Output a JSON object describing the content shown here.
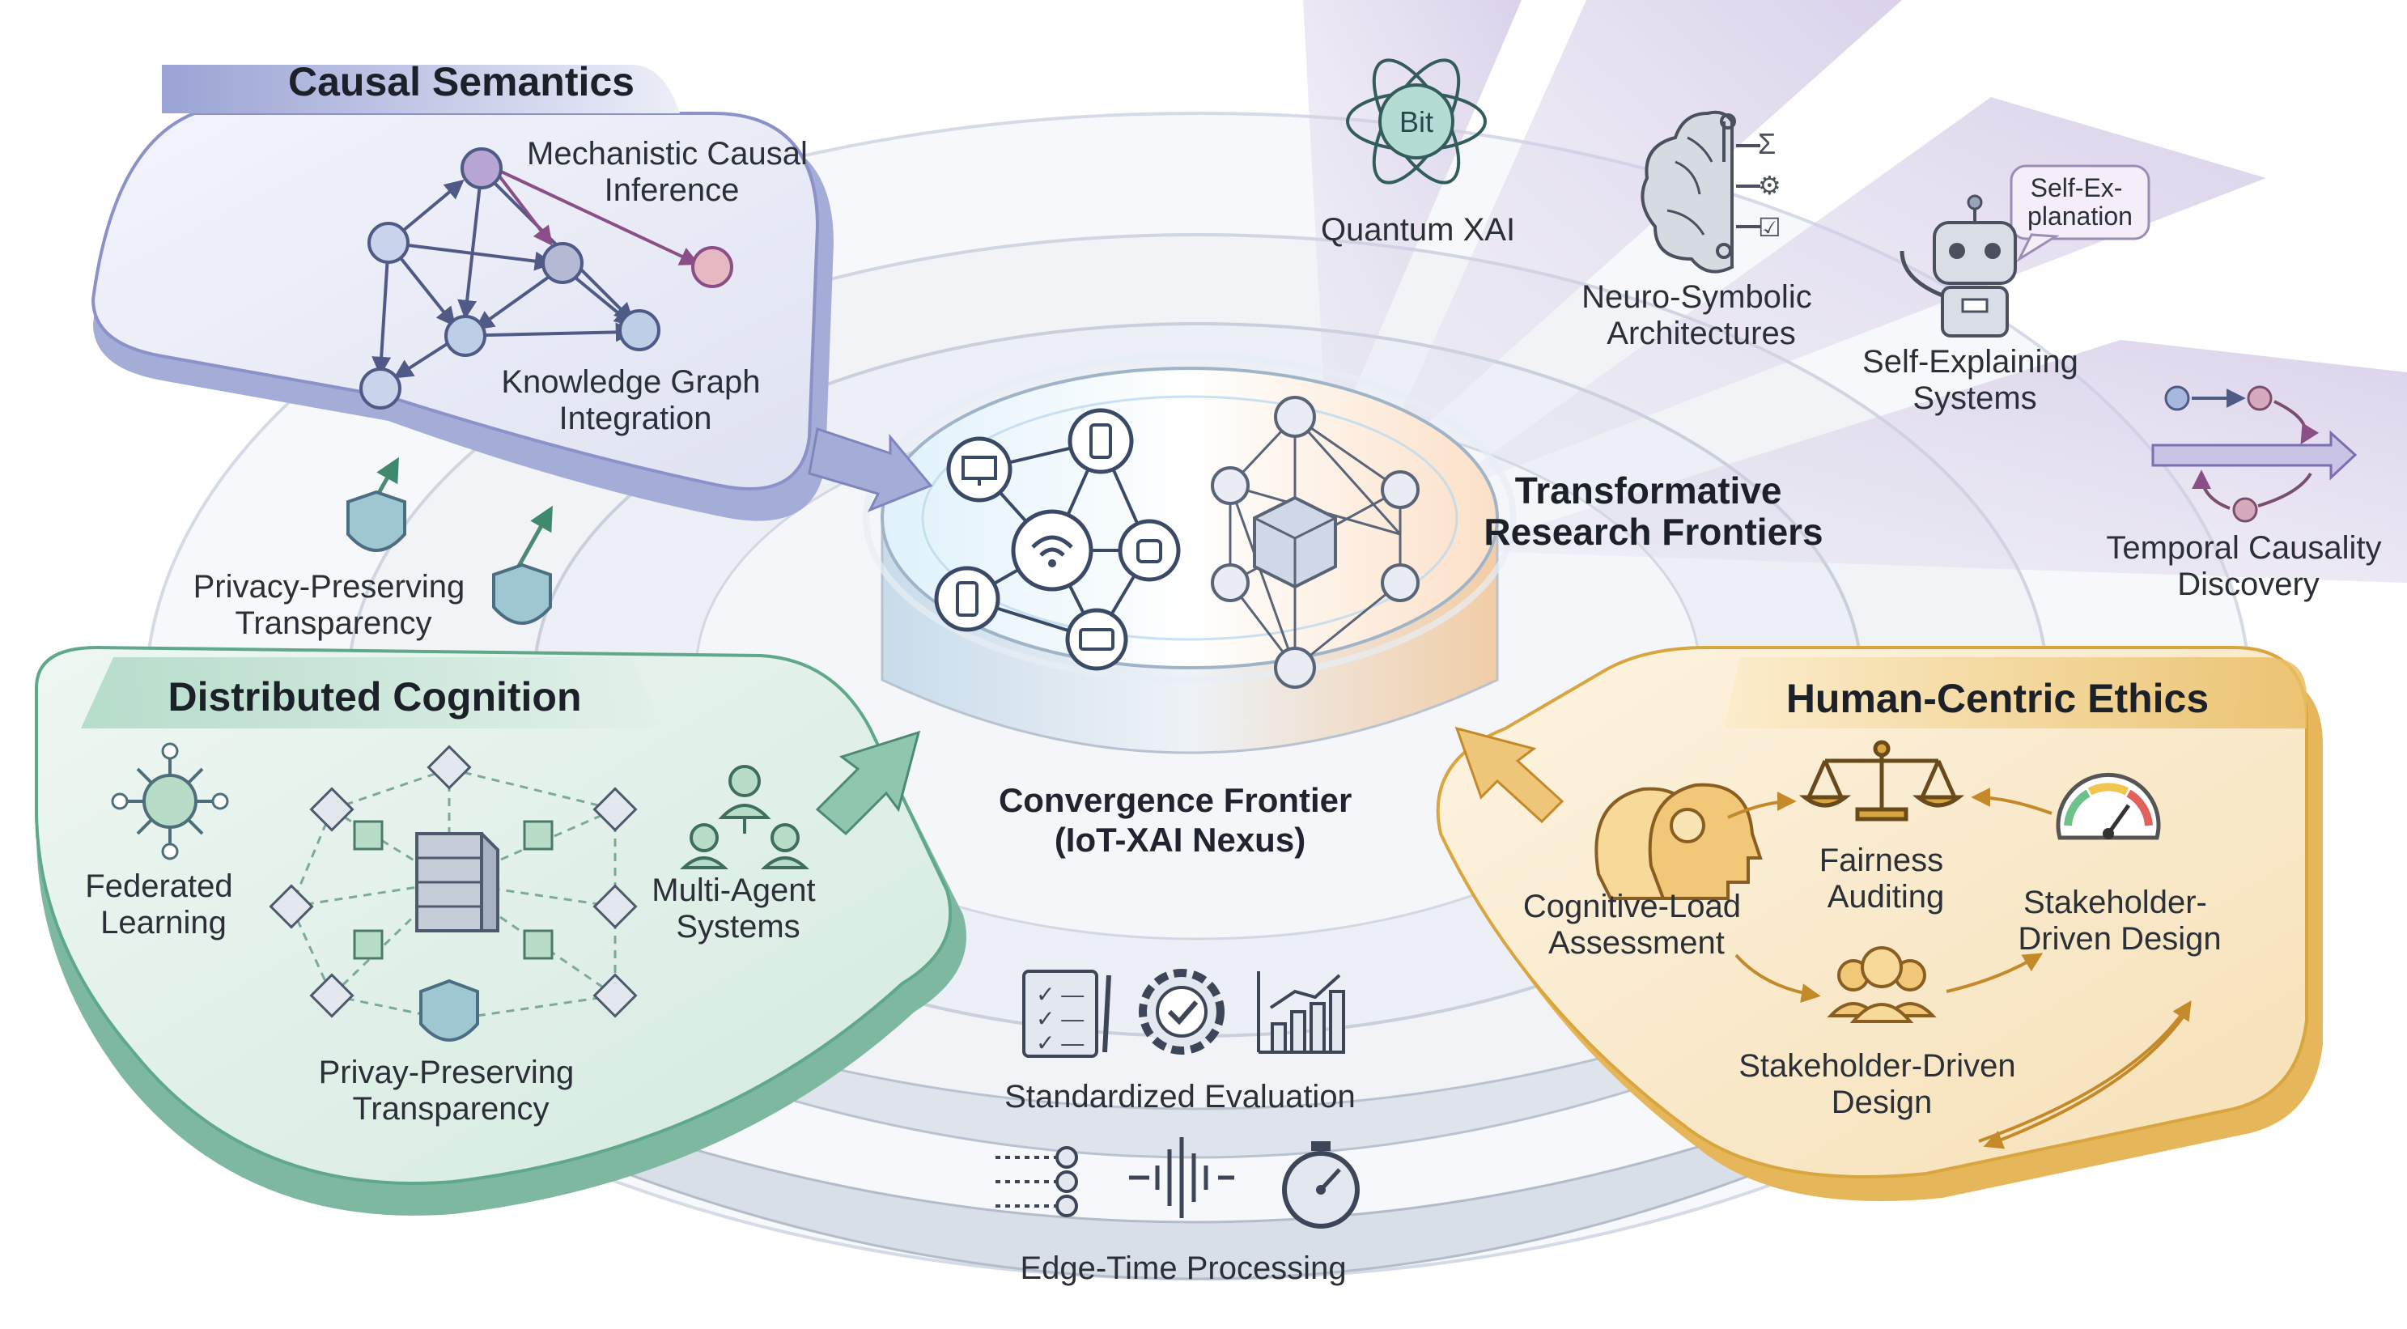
{
  "colors": {
    "causal": "#8a92c9",
    "distributed": "#5fa88a",
    "ethics": "#d9a53e",
    "frontier": "#b8a6cf",
    "ring": "#c9d0dc"
  },
  "causal_semantics": {
    "title": "Causal Semantics",
    "node_label_1": [
      "Mechanistic Causal",
      "Inference"
    ],
    "node_label_2": [
      "Knowledge Graph",
      "Integration"
    ]
  },
  "privacy_link": {
    "label": [
      "Privacy-Preserving",
      "Transparency"
    ]
  },
  "distributed_cognition": {
    "title": "Distributed Cognition",
    "federated": [
      "Federated",
      "Learning"
    ],
    "multi_agent": [
      "Multi-Agent",
      "Systems"
    ],
    "privacy": [
      "Privay-Preserving",
      "Transparency"
    ]
  },
  "core": {
    "label": [
      "Convergence Frontier",
      "(IoT-XAI Nexus)"
    ]
  },
  "frontiers": {
    "title": [
      "Transformative",
      "Research Frontiers"
    ],
    "quantum": {
      "label": "Quantum XAI",
      "badge": "Bit"
    },
    "neuro": {
      "label": [
        "Neuro-Symbolic",
        "Architectures"
      ]
    },
    "self_explaining": {
      "label": [
        "Self-Explaining",
        "Systems"
      ],
      "bubble": [
        "Self-Ex-",
        "planation"
      ]
    },
    "temporal": {
      "label": [
        "Temporal Causality",
        "Discovery"
      ]
    }
  },
  "ethics": {
    "title": "Human-Centric Ethics",
    "cognitive": [
      "Cognitive-Load",
      "Assessment"
    ],
    "fairness": [
      "Fairness",
      "Auditing"
    ],
    "stakeholder_right": [
      "Stakeholder-",
      "Driven Design"
    ],
    "stakeholder_bottom": [
      "Stakeholder-Driven",
      "Design"
    ]
  },
  "bands": {
    "evaluation": "Standardized Evaluation",
    "processing": "Edge-Time Processing"
  }
}
